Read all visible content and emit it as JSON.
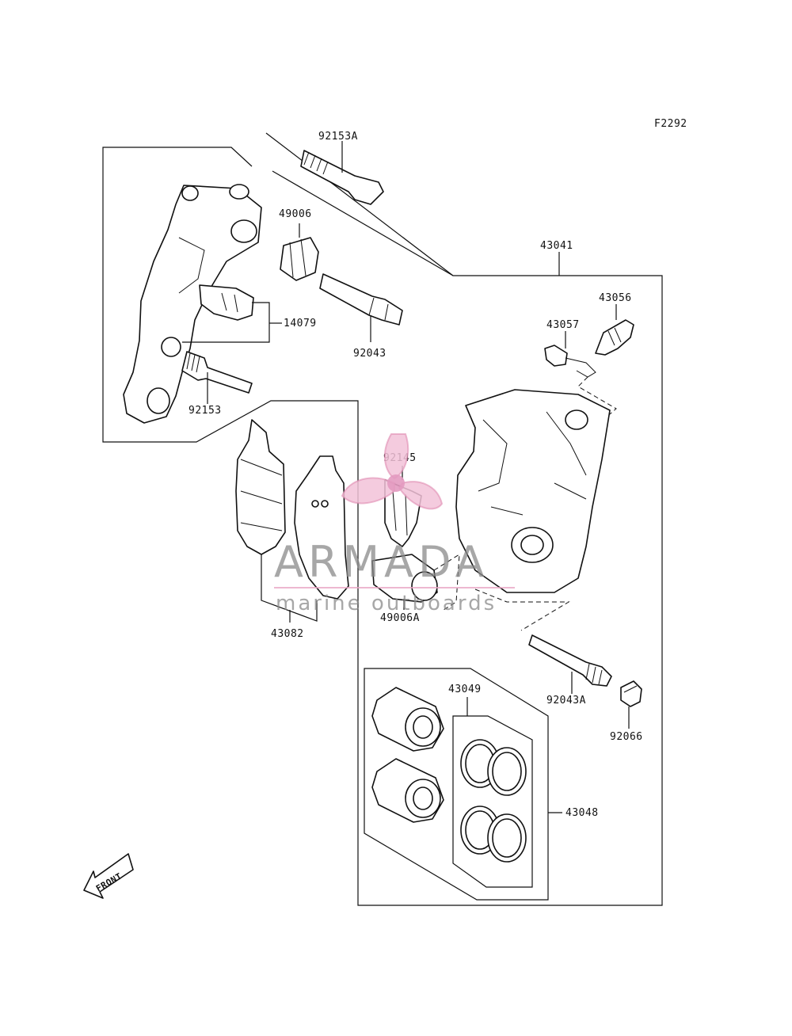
{
  "figure_code": "F2292",
  "parts": {
    "p92153A": "92153A",
    "p49006": "49006",
    "p43041": "43041",
    "p43056": "43056",
    "p43057": "43057",
    "p14079": "14079",
    "p92043": "92043",
    "p92153": "92153",
    "p92145": "92145",
    "p49006A": "49006A",
    "p43082": "43082",
    "p92043A": "92043A",
    "p92066": "92066",
    "p43049": "43049",
    "p43048": "43048"
  },
  "front_label": "FRONT",
  "watermark": {
    "brand": "ARMADA",
    "tagline": "marine outboards",
    "accent_color": "#e8a6c4"
  }
}
